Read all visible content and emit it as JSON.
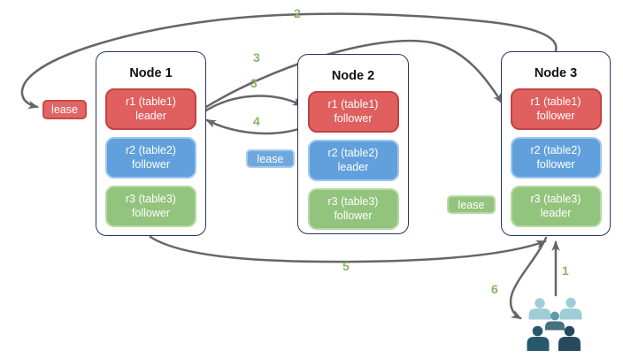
{
  "nodes": [
    {
      "title": "Node 1",
      "replicas": [
        {
          "name": "r1 (table1)",
          "role": "leader",
          "color": "red"
        },
        {
          "name": "r2 (table2)",
          "role": "follower",
          "color": "blue"
        },
        {
          "name": "r3 (table3)",
          "role": "follower",
          "color": "green"
        }
      ]
    },
    {
      "title": "Node 2",
      "replicas": [
        {
          "name": "r1 (table1)",
          "role": "follower",
          "color": "red"
        },
        {
          "name": "r2 (table2)",
          "role": "leader",
          "color": "blue"
        },
        {
          "name": "r3 (table3)",
          "role": "follower",
          "color": "green"
        }
      ]
    },
    {
      "title": "Node 3",
      "replicas": [
        {
          "name": "r1 (table1)",
          "role": "follower",
          "color": "red"
        },
        {
          "name": "r2 (table2)",
          "role": "follower",
          "color": "blue"
        },
        {
          "name": "r3 (table3)",
          "role": "leader",
          "color": "green"
        }
      ]
    }
  ],
  "leases": [
    {
      "label": "lease",
      "color": "#e06565",
      "for_replica": "r1"
    },
    {
      "label": "lease",
      "color": "#6fa8dc",
      "for_replica": "r2"
    },
    {
      "label": "lease",
      "color": "#93c47d",
      "for_replica": "r3"
    }
  ],
  "steps": {
    "1": "1",
    "2": "2",
    "3a": "3",
    "3b": "3",
    "4": "4",
    "5": "5",
    "6": "6"
  },
  "icons": {
    "users": "users-icon"
  },
  "colors": {
    "node_border": "#26365f",
    "red_fill": "#df605f",
    "red_border": "#c64242",
    "blue_fill": "#61a0dc",
    "blue_border": "#9ec7ec",
    "green_fill": "#93c47d",
    "green_border": "#b7d8a3",
    "arrow": "#666666",
    "step_label": "#8ab661",
    "users_light": "#9fcdd5",
    "users_medium_head": "#5f9aa6",
    "users_medium_body": "#46717f",
    "users_dark_left": "#2a586b",
    "users_dark_right": "#254b5e"
  }
}
